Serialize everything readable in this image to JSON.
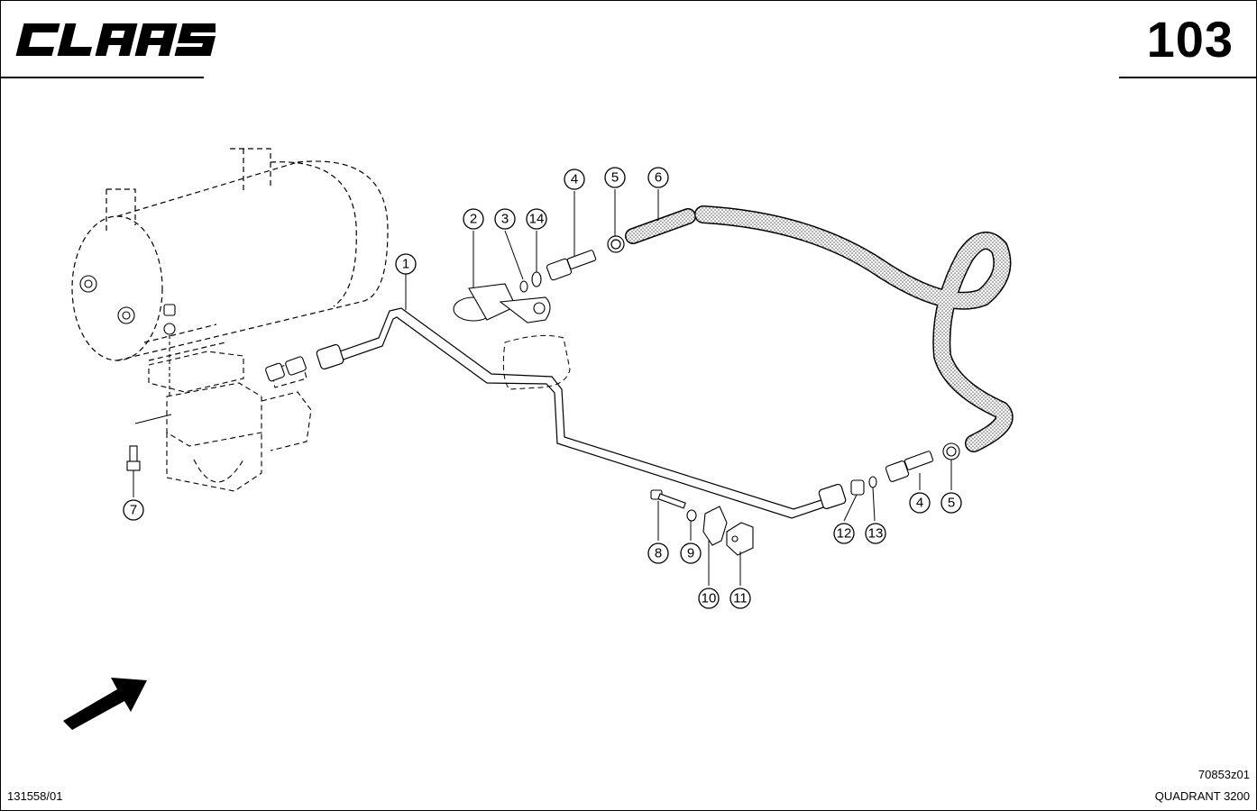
{
  "header": {
    "brand": "CLAAS",
    "page_number": "103"
  },
  "callouts": {
    "c1": "1",
    "c2": "2",
    "c3": "3",
    "c14": "14",
    "c4a": "4",
    "c5a": "5",
    "c6": "6",
    "c7": "7",
    "c8": "8",
    "c9": "9",
    "c10": "10",
    "c11": "11",
    "c12": "12",
    "c13": "13",
    "c4b": "4",
    "c5b": "5"
  },
  "footer": {
    "doc_number": "131558/01",
    "drawing_code": "70853z01",
    "model": "QUADRANT 3200"
  }
}
